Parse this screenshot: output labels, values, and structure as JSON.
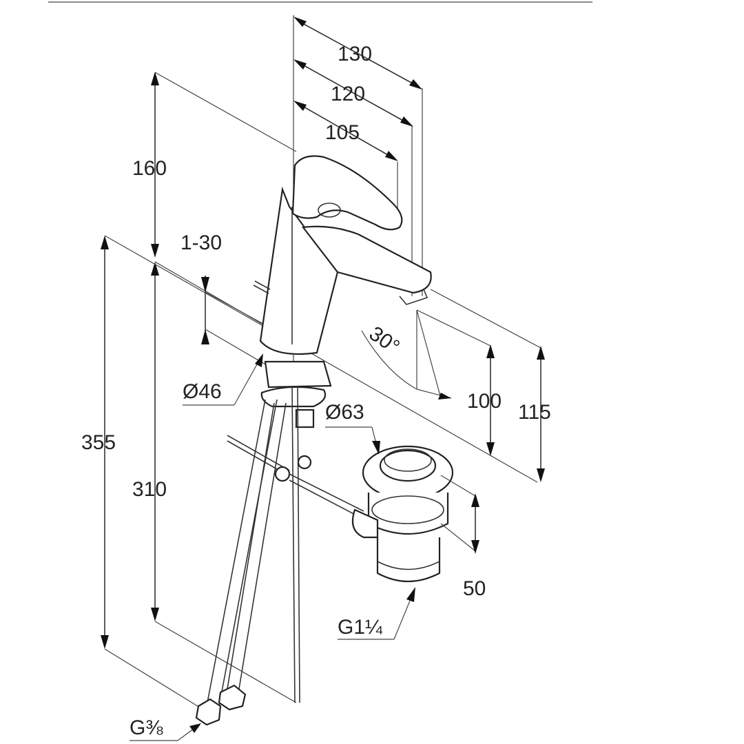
{
  "dimensions": {
    "d130": "130",
    "d120": "120",
    "d105": "105",
    "d160": "160",
    "d1_30": "1-30",
    "d355": "355",
    "d310": "310",
    "d46": "Ø46",
    "d63": "Ø63",
    "d30deg": "30°",
    "d100": "100",
    "d115": "115",
    "d50": "50",
    "g114": "G1¼",
    "g38": "G⅜"
  }
}
